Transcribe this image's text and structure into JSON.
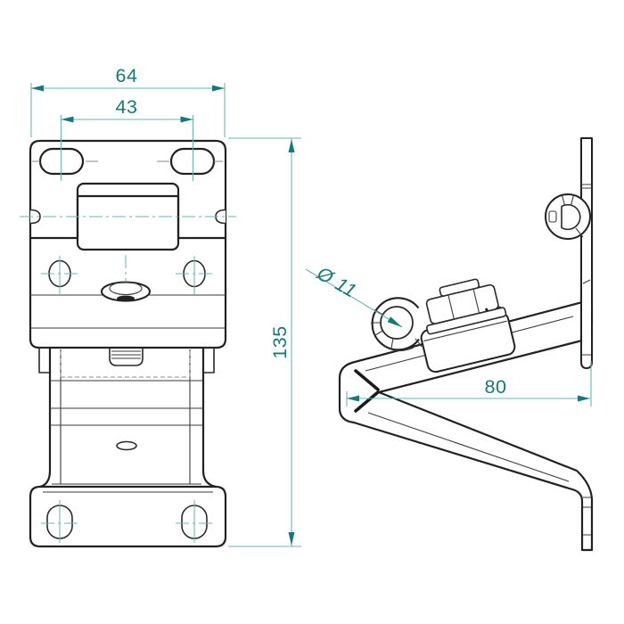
{
  "drawing": {
    "kind": "technical-drawing",
    "part": "hinge-bracket",
    "dimensions": {
      "overall_width": "64",
      "slot_spacing": "43",
      "overall_height": "135",
      "loop_diameter": "Ø 11",
      "depth": "80"
    },
    "colors": {
      "outline": "#212121",
      "dimension_text": "#167979",
      "dimension_line": "#6db3b3",
      "background": "#ffffff"
    }
  }
}
